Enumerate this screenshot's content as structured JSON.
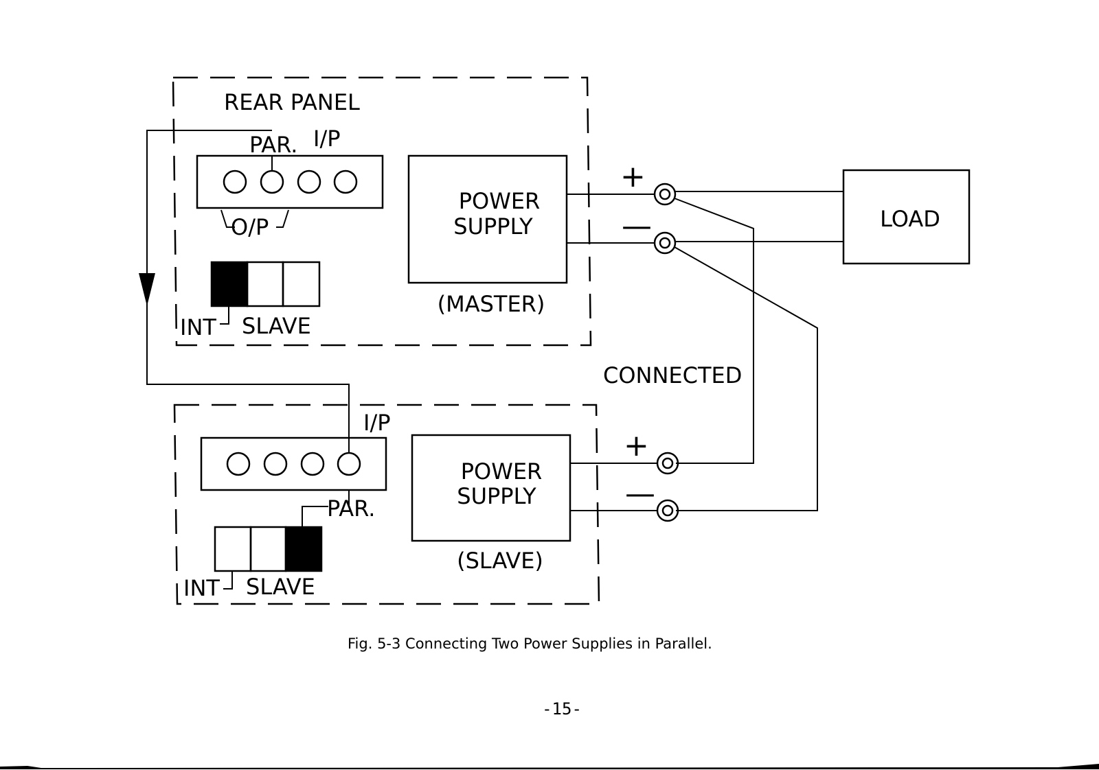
{
  "diagram": {
    "master": {
      "panel_title": "REAR PANEL",
      "par_label": "PAR.",
      "ip_label": "I/P",
      "op_label": "O/P",
      "unit_label_line1": "POWER",
      "unit_label_line2": "SUPPLY",
      "role_label": "(MASTER)",
      "switch_int_label": "INT",
      "switch_slave_label": "SLAVE",
      "plus_label": "+",
      "minus_label": "—"
    },
    "slave": {
      "ip_label": "I/P",
      "par_label": "PAR.",
      "unit_label_line1": "POWER",
      "unit_label_line2": "SUPPLY",
      "role_label": "(SLAVE)",
      "switch_int_label": "INT",
      "switch_slave_label": "SLAVE",
      "plus_label": "+",
      "minus_label": "—"
    },
    "load_label": "LOAD",
    "connected_label": "CONNECTED"
  },
  "caption": "Fig. 5-3 Connecting Two Power Supplies in Parallel.",
  "page_number": "-15-"
}
